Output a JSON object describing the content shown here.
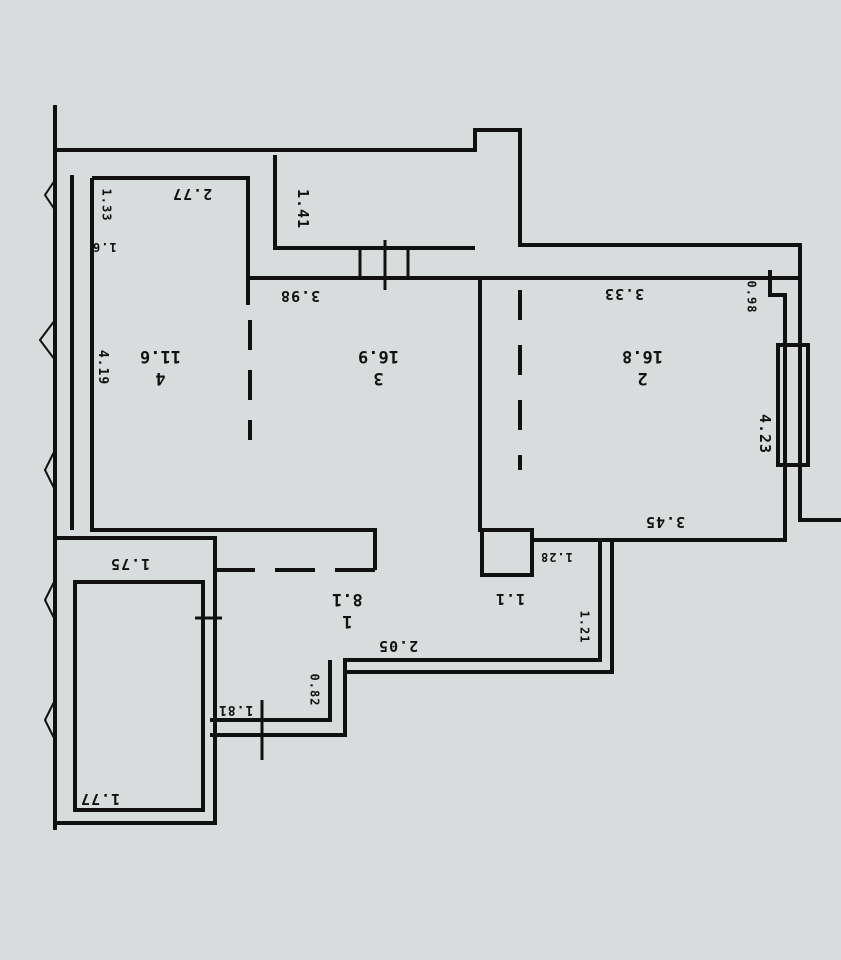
{
  "plan": {
    "rooms": [
      {
        "number": "1",
        "area": "8.1"
      },
      {
        "number": "2",
        "area": "16.8"
      },
      {
        "number": "3",
        "area": "16.9"
      },
      {
        "number": "4",
        "area": "11.6"
      }
    ],
    "dimensions": {
      "loggia_top": "1.41",
      "room4_top": "2.77",
      "room4_corner": "1.33",
      "room4_side_top": "1.6",
      "room4_side": "4.19",
      "room3_top": "3.98",
      "room2_top": "3.33",
      "room2_corner": "0.98",
      "room2_side": "4.23",
      "room2_bottom": "3.45",
      "hall_bottom": "2.05",
      "hall_small": "1.1",
      "hall_side": "1.21",
      "hall_corner": "1.28",
      "bath_top": "1.75",
      "bath_bottom": "1.77",
      "bath_door": "1.81",
      "hall_step": "0.82"
    },
    "colors": {
      "paper": "#d9dcdc",
      "ink": "#111111"
    }
  }
}
